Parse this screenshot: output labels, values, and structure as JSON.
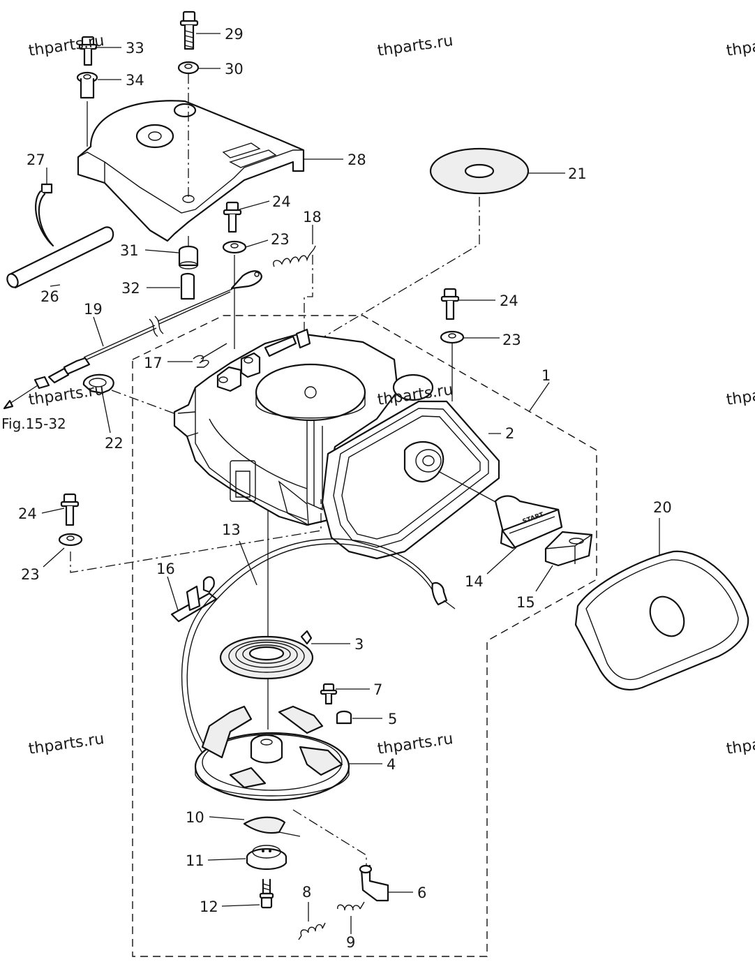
{
  "watermarks": [
    "thparts.ru",
    "thparts.ru",
    "thparts.ru",
    "thparts.ru",
    "thparts.ru",
    "thparts.ru",
    "thparts.ru",
    "thparts.ru",
    "thparts.ru"
  ],
  "figure_reference": "Fig.15-32",
  "handle_stamp": "START",
  "part_numbers": [
    "1",
    "2",
    "3",
    "4",
    "5",
    "6",
    "7",
    "8",
    "9",
    "10",
    "11",
    "12",
    "13",
    "14",
    "15",
    "16",
    "17",
    "18",
    "19",
    "20",
    "21",
    "22",
    "23",
    "23",
    "23",
    "24",
    "24",
    "24",
    "26",
    "27",
    "28",
    "29",
    "30",
    "31",
    "32",
    "33",
    "34"
  ]
}
